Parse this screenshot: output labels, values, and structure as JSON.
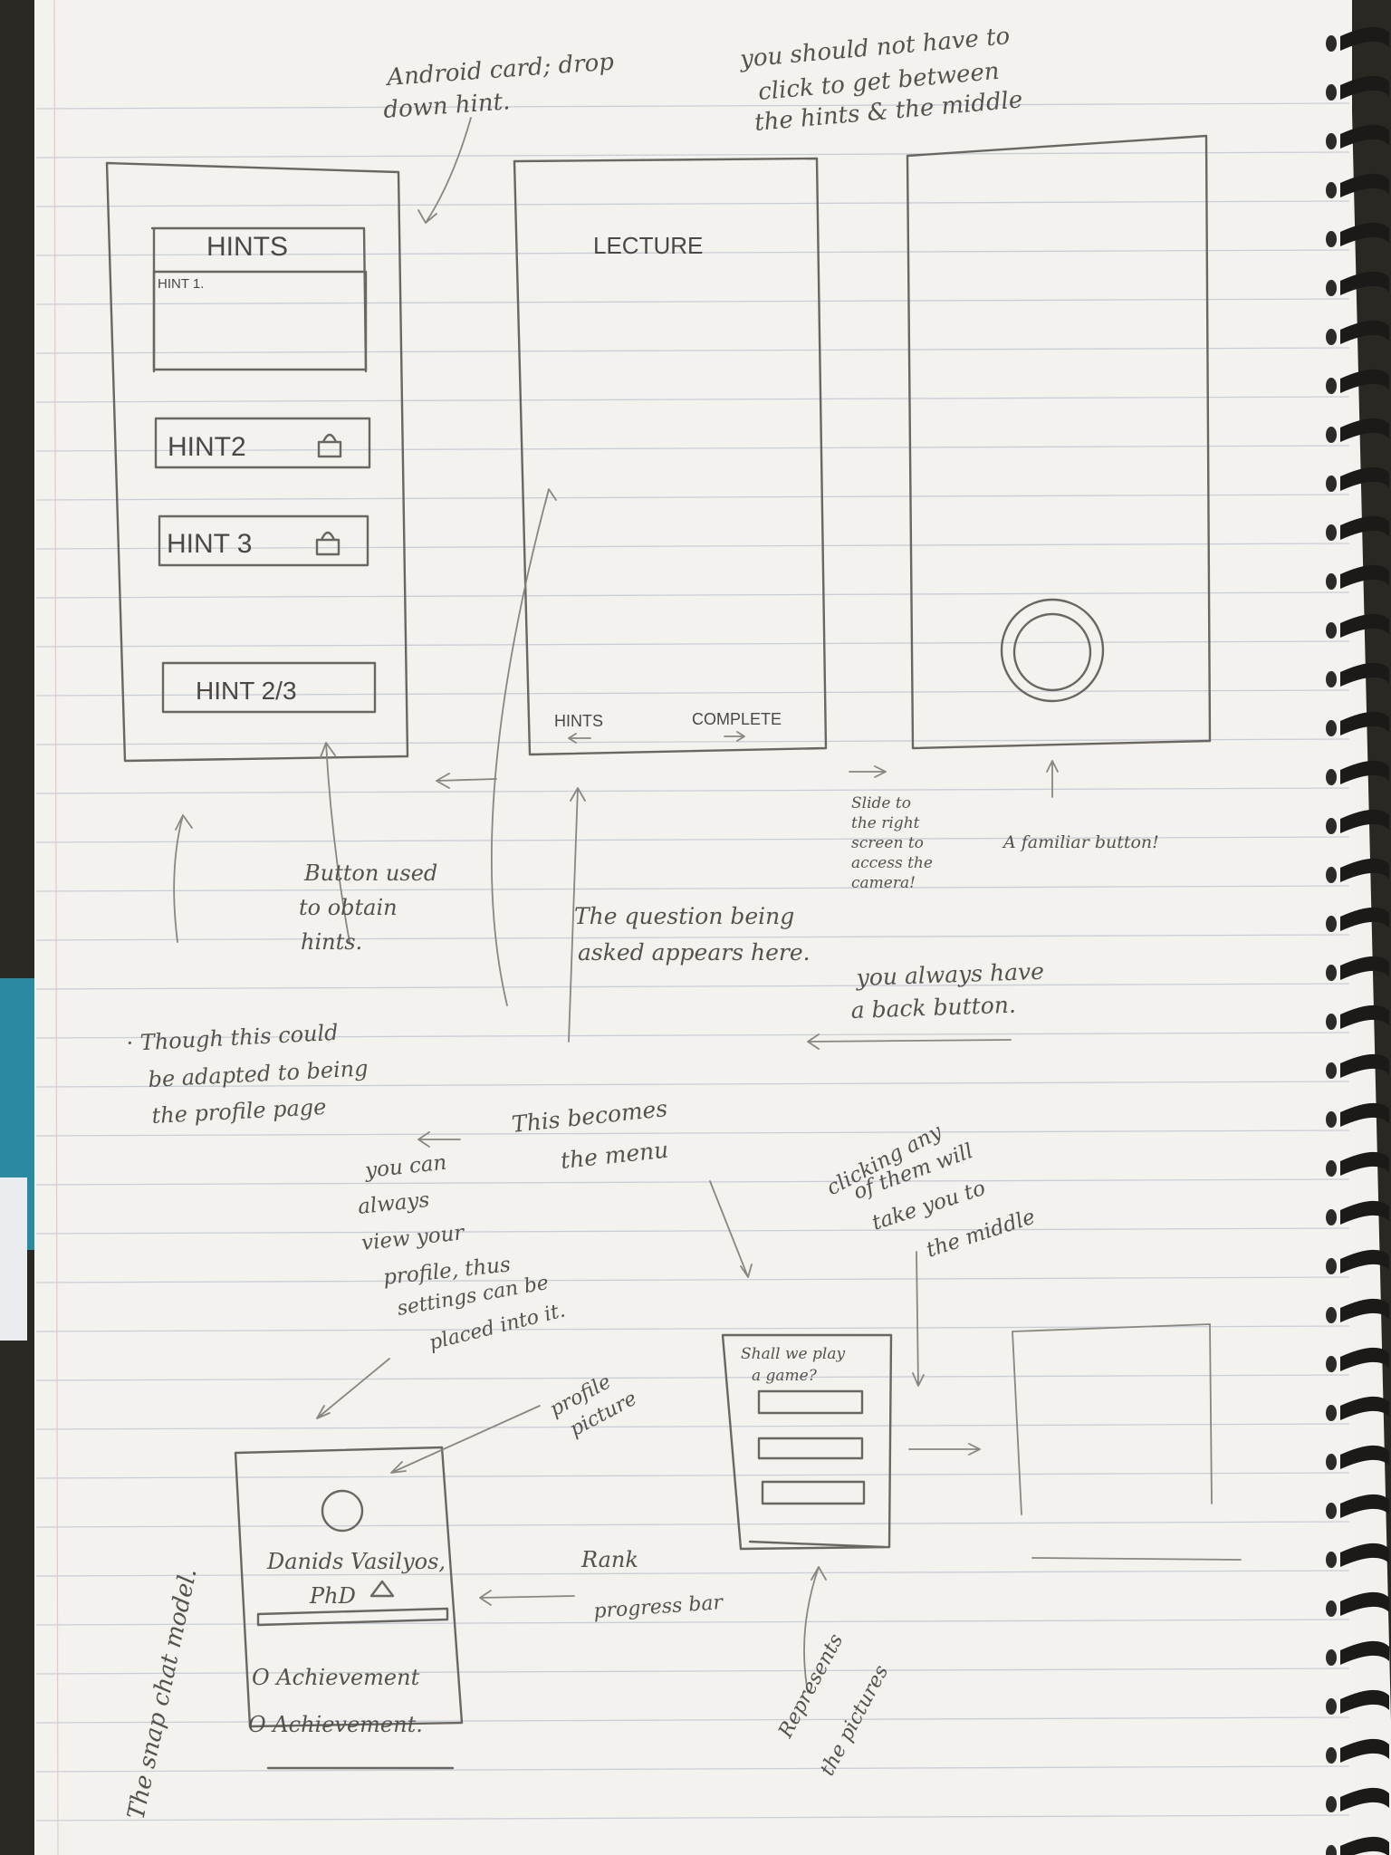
{
  "hints_screen": {
    "title": "HINTS",
    "hint1": "HINT 1.",
    "hint2": "HINT2",
    "hint3": "HINT 3",
    "counter_button": "HINT 2/3"
  },
  "lecture_screen": {
    "title": "LECTURE",
    "hints_link": "HINTS",
    "complete_link": "COMPLETE"
  },
  "menu_screen": {
    "prompt_line1": "Shall we play",
    "prompt_line2": "a game?"
  },
  "profile_screen": {
    "name_line1": "Danids Vasilyos,",
    "name_line2": "PhD",
    "achievement1": "O Achievement",
    "achievement2": "O Achievement."
  },
  "notes": {
    "android_card_l1": "Android card; drop",
    "android_card_l2": "down hint.",
    "no_click_l1": "you should not have to",
    "no_click_l2": "click to get between",
    "no_click_l3": "the hints & the middle",
    "button_hints_l1": "Button used",
    "button_hints_l2": "to obtain",
    "button_hints_l3": "hints.",
    "question_l1": "The question being",
    "question_l2": "asked appears here.",
    "slide_l1": "Slide to",
    "slide_l2": "the right",
    "slide_l3": "screen to",
    "slide_l4": "access the",
    "slide_l5": "camera!",
    "familiar_button": "A familiar button!",
    "back_button_l1": "you always have",
    "back_button_l2": "a back button.",
    "profile_adapt_l1": "· Though this could",
    "profile_adapt_l2": "be adapted to being",
    "profile_adapt_l3": "the profile page",
    "becomes_menu_l1": "This becomes",
    "becomes_menu_l2": "the menu",
    "view_profile_l1": "you can",
    "view_profile_l2": "always",
    "view_profile_l3": "view your",
    "view_profile_l4": "profile, thus",
    "view_profile_l5": "settings can be",
    "view_profile_l6": "placed into it.",
    "clicking_l1": "clicking any",
    "clicking_l2": "of them will",
    "clicking_l3": "take you to",
    "clicking_l4": "the middle",
    "profile_picture_l1": "profile",
    "profile_picture_l2": "picture",
    "rank": "Rank",
    "progress_bar": "progress bar",
    "represents_l1": "Represents",
    "represents_l2": "the pictures",
    "snapchat_model": "The snap chat model."
  }
}
